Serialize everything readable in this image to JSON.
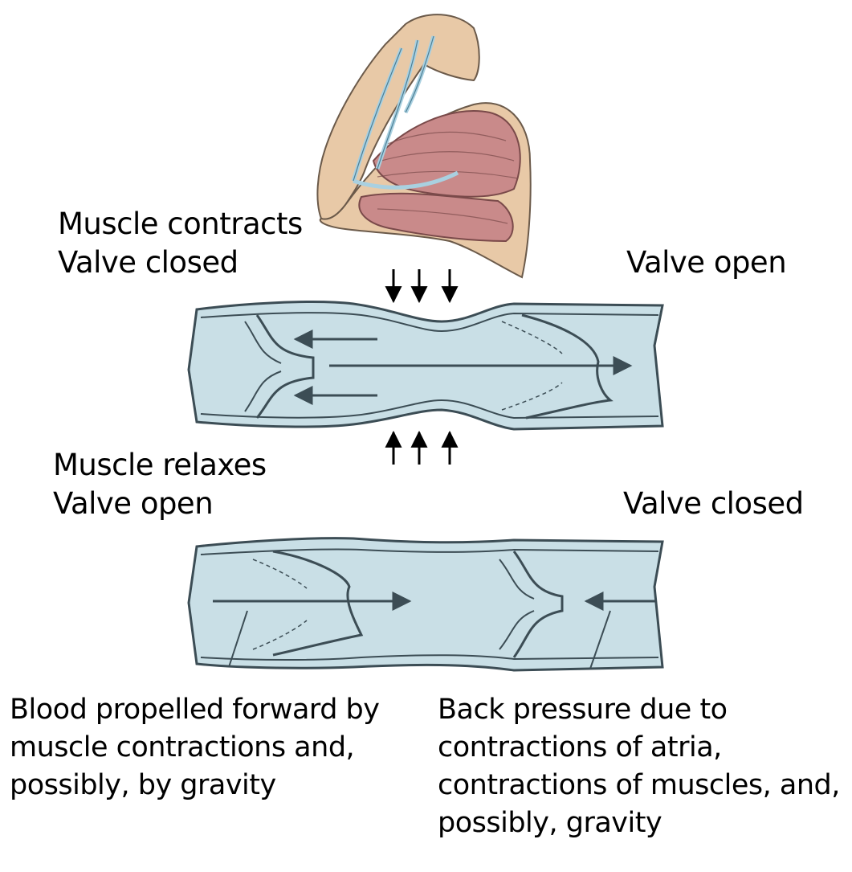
{
  "labels": {
    "top_left": [
      "Muscle contracts",
      "Valve closed"
    ],
    "top_right": "Valve open",
    "middle_left": [
      "Muscle relaxes",
      "Valve open"
    ],
    "middle_right": "Valve closed",
    "bottom_left": [
      "Blood propelled forward by",
      "muscle contractions and,",
      "possibly, by gravity"
    ],
    "bottom_right": [
      "Back pressure due to",
      "contractions of atria,",
      "contractions of muscles, and,",
      "possibly, gravity"
    ]
  },
  "colors": {
    "vein_fill": "#c9dfe6",
    "vein_outline": "#3c4d55",
    "skin": "#e8c9a7",
    "muscle": "#c98a8a",
    "vein_arm": "#a9d0e0",
    "text": "#000000"
  }
}
